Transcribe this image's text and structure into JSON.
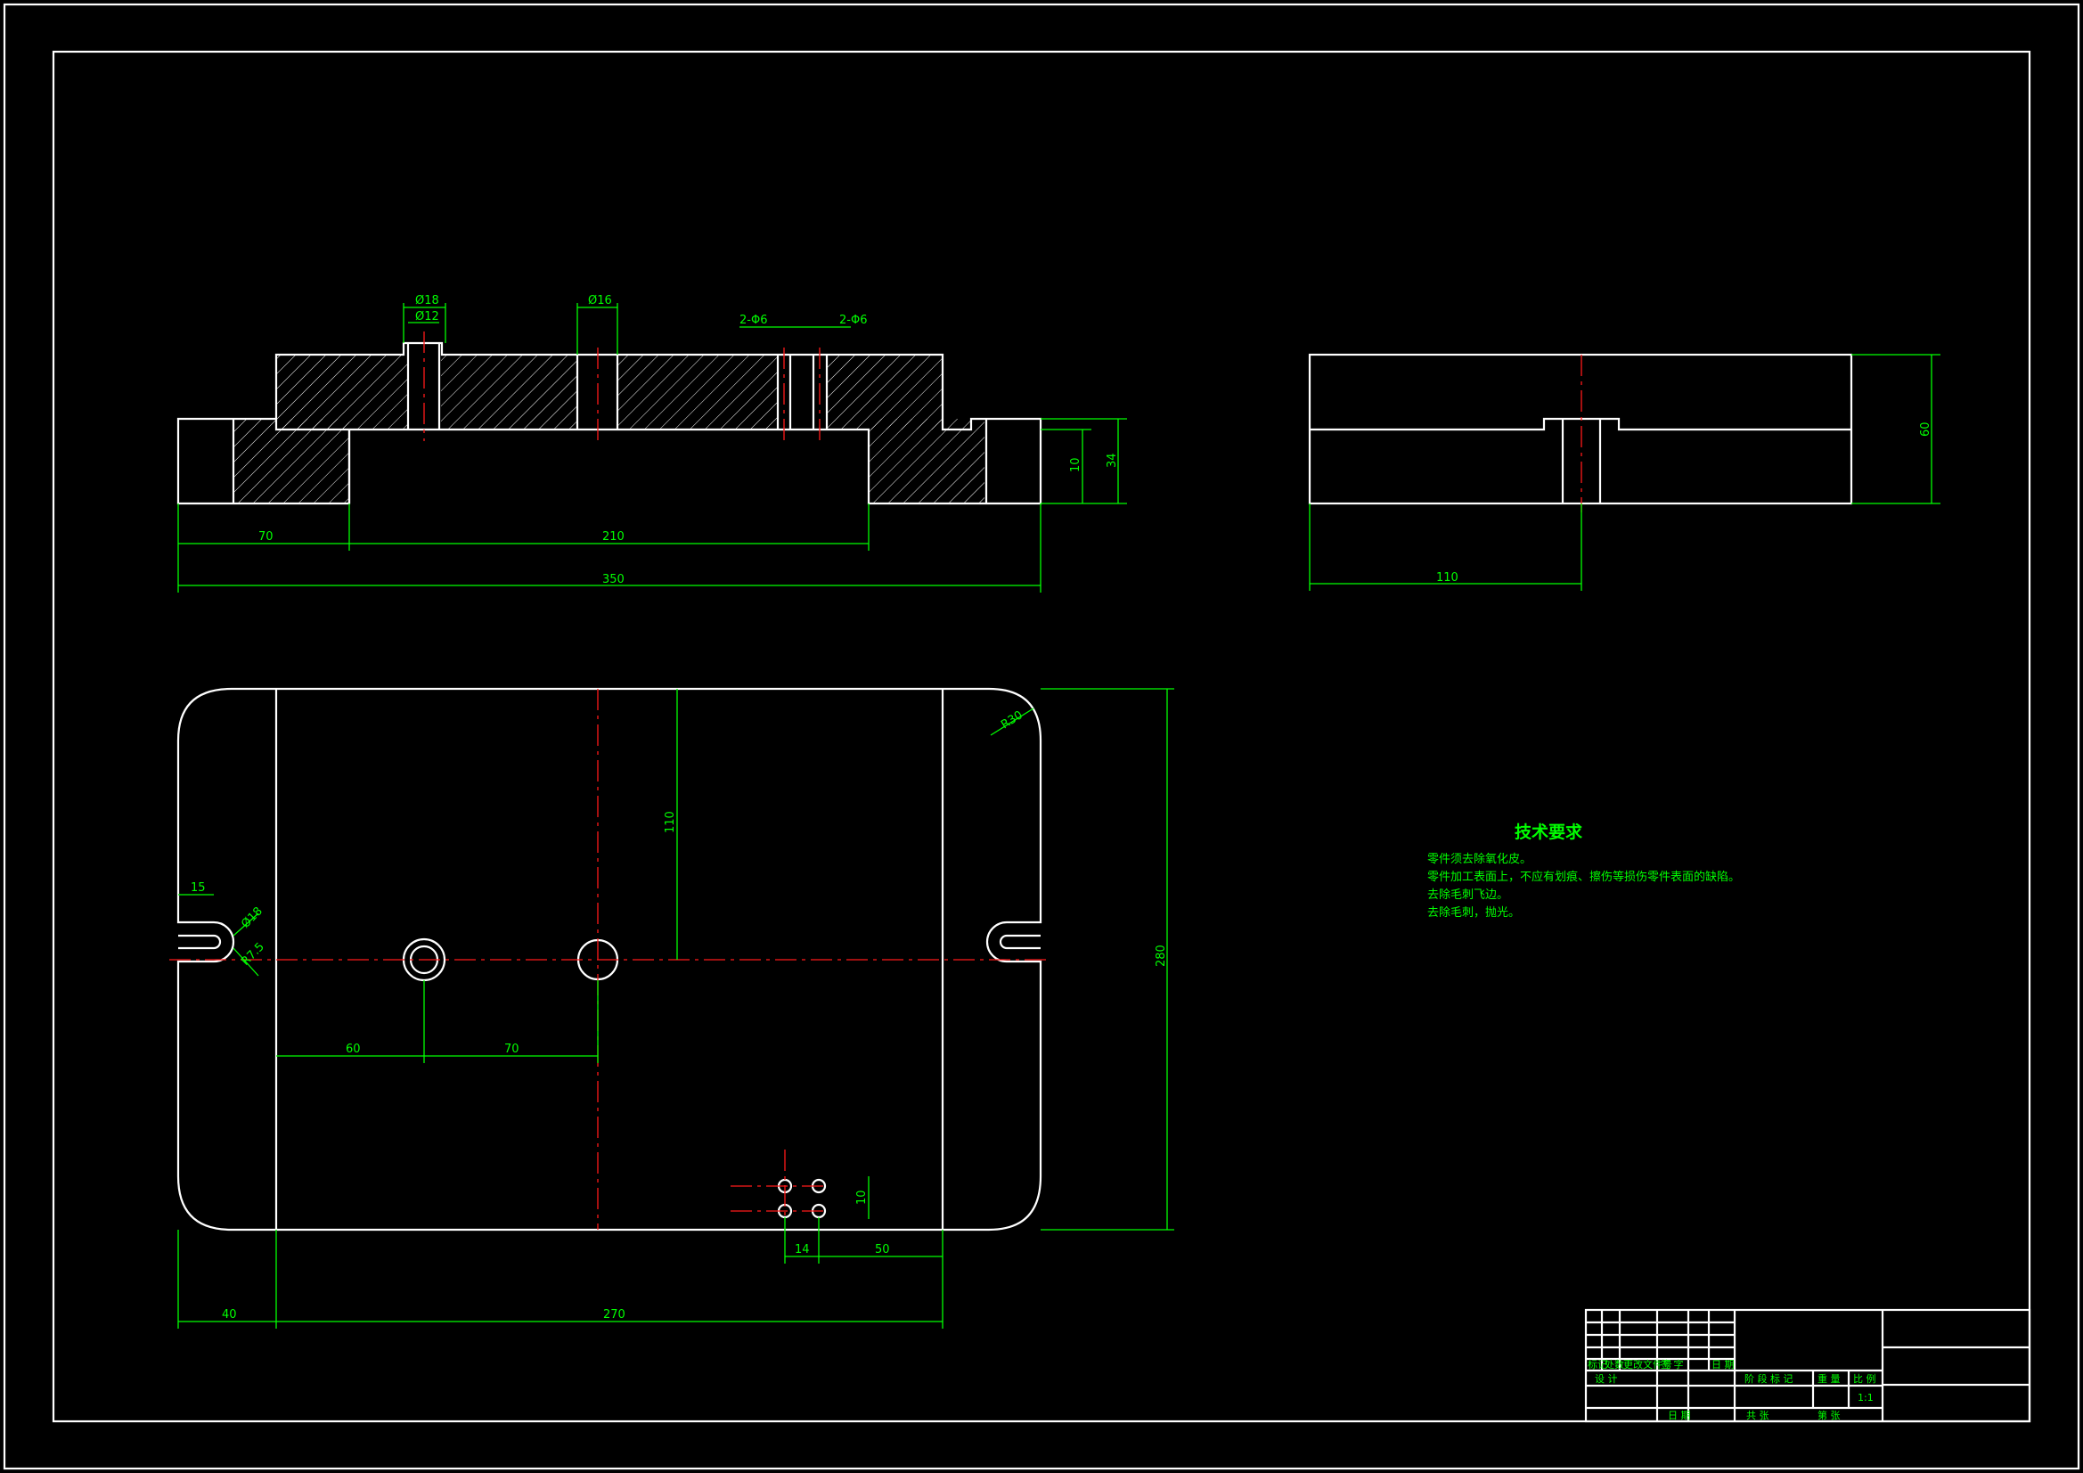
{
  "dimensions": {
    "front_70": "70",
    "front_210": "210",
    "front_350": "350",
    "front_10": "10",
    "front_34": "34",
    "phi18_top": "Ø18",
    "phi12": "Ø12",
    "phi16": "Ø16",
    "holes_left": "2-Φ6",
    "holes_right": "2-Φ6",
    "side_110": "110",
    "side_60": "60",
    "plan_15": "15",
    "plan_r15": "Ø18",
    "plan_r7": "R7.5",
    "plan_r30": "R30",
    "plan_110": "110",
    "plan_60": "60",
    "plan_70": "70",
    "plan_280": "280",
    "plan_14": "14",
    "plan_10": "10",
    "plan_50": "50",
    "plan_40": "40",
    "plan_270": "270"
  },
  "tech": {
    "title": "技术要求",
    "lines": [
      "零件须去除氧化皮。",
      "零件加工表面上，不应有划痕、擦伤等损伤零件表面的缺陷。",
      "去除毛刺飞边。",
      "去除毛刺，抛光。"
    ]
  },
  "title_block": {
    "rev_cells": [
      "标记",
      "处数",
      "更改文件号",
      "签 字",
      "日 期"
    ],
    "design": "设 计",
    "date": "日 期",
    "stage": "阶 段 标 记",
    "weight": "重 量",
    "scale_label": "比 例",
    "scale": "1:1",
    "sheets": "共  张",
    "sheet_no": "第  张"
  },
  "colors": {
    "background": "#000000",
    "outline": "#ffffff",
    "dimension": "#00ff00",
    "centerline": "#ff1a1a"
  }
}
